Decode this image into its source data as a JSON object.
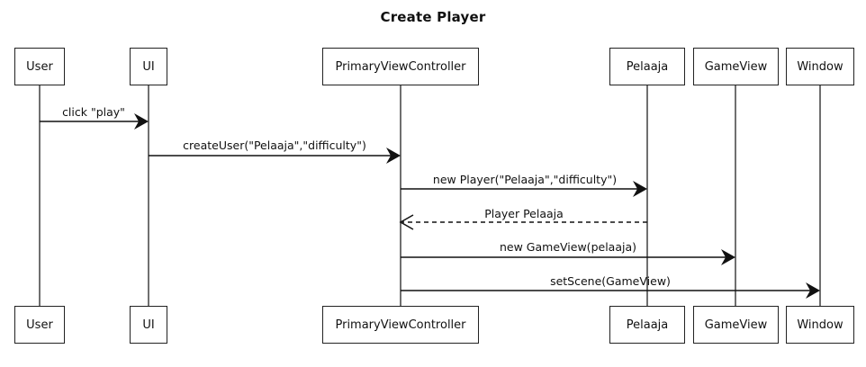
{
  "title": "Create Player",
  "participants": [
    "User",
    "UI",
    "PrimaryViewController",
    "Pelaaja",
    "GameView",
    "Window"
  ],
  "messages": [
    {
      "from": "User",
      "to": "UI",
      "label": "click \"play\"",
      "style": "solid"
    },
    {
      "from": "UI",
      "to": "PrimaryViewController",
      "label": "createUser(\"Pelaaja\",\"difficulty\")",
      "style": "solid"
    },
    {
      "from": "PrimaryViewController",
      "to": "Pelaaja",
      "label": "new Player(\"Pelaaja\",\"difficulty\")",
      "style": "solid"
    },
    {
      "from": "Pelaaja",
      "to": "PrimaryViewController",
      "label": "Player Pelaaja",
      "style": "dashed"
    },
    {
      "from": "PrimaryViewController",
      "to": "GameView",
      "label": "new GameView(pelaaja)",
      "style": "solid"
    },
    {
      "from": "PrimaryViewController",
      "to": "Window",
      "label": "setScene(GameView)",
      "style": "solid"
    }
  ]
}
